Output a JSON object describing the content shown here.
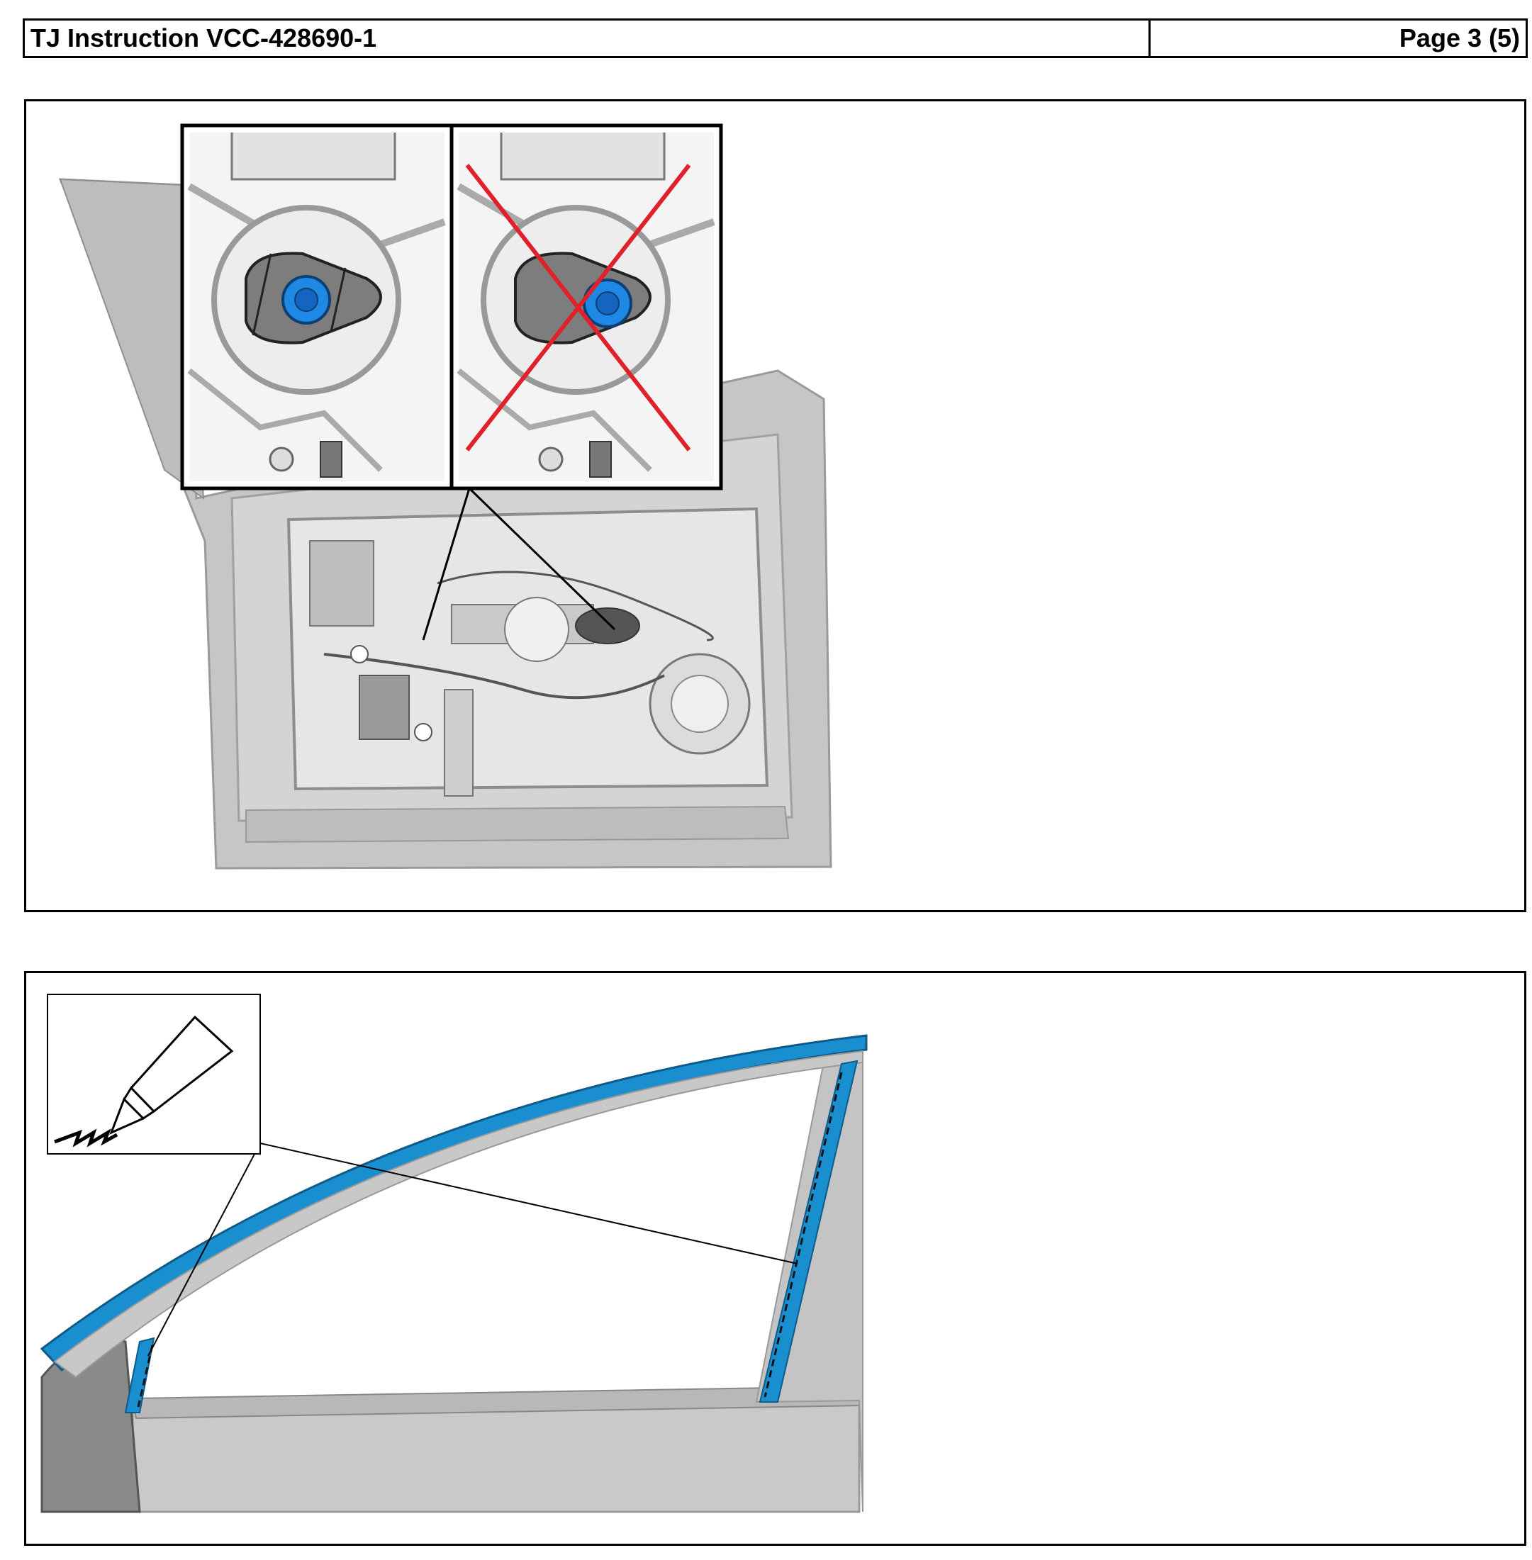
{
  "header": {
    "title": "TJ Instruction VCC-428690-1",
    "page": "Page 3 (5)"
  },
  "figures": {
    "door_bolt": {
      "icons": [
        "door-panel-illustration",
        "bolt-icon",
        "prohibited-cross-icon"
      ],
      "accent": "#1e88e5",
      "cross_color": "#e0202a"
    },
    "window_frame": {
      "icons": [
        "glue-tube-icon",
        "door-window-frame-illustration"
      ],
      "accent": "#1a8fd0"
    }
  }
}
